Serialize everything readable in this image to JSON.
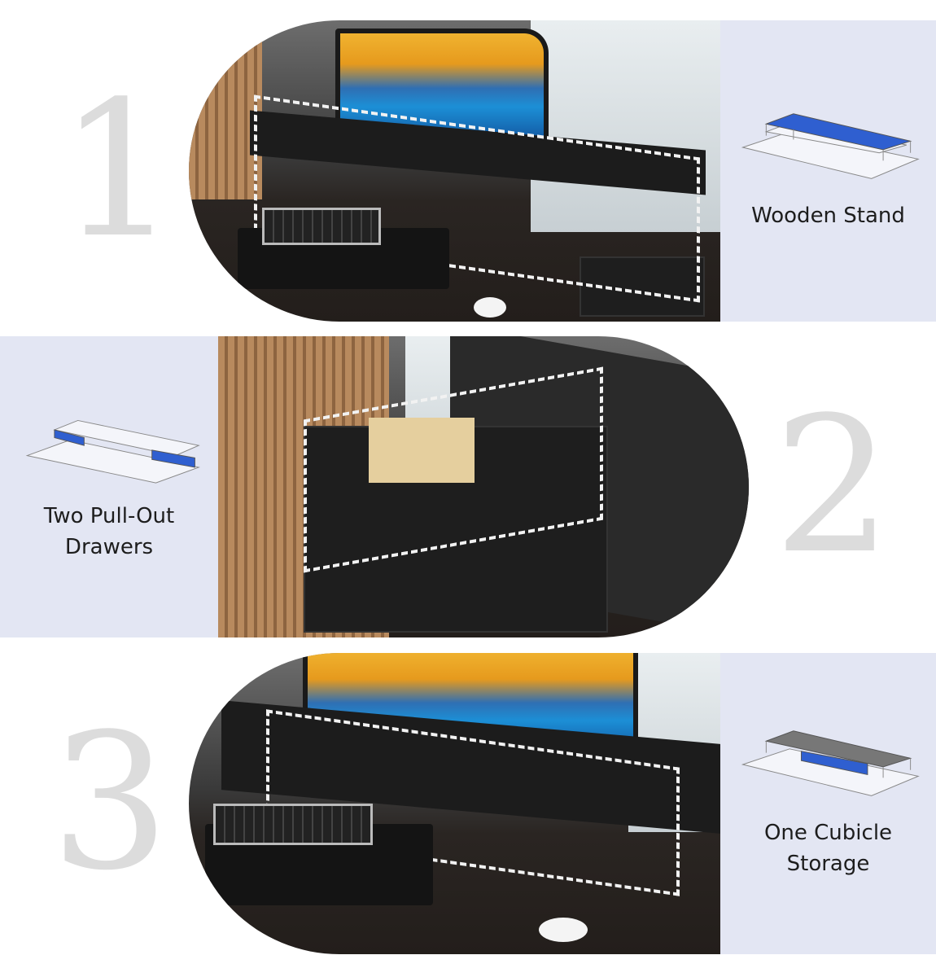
{
  "features": [
    {
      "number": "1",
      "label": "Wooden Stand",
      "highlight": "top-shelf"
    },
    {
      "number": "2",
      "label_lines": [
        "Two Pull-Out",
        "Drawers"
      ],
      "highlight": "drawers"
    },
    {
      "number": "3",
      "label_lines": [
        "One Cubicle",
        "Storage"
      ],
      "highlight": "cubicle"
    }
  ],
  "colors": {
    "panel": "#e3e6f3",
    "highlight": "#2f5fd0",
    "number": "#dcdcdc"
  }
}
